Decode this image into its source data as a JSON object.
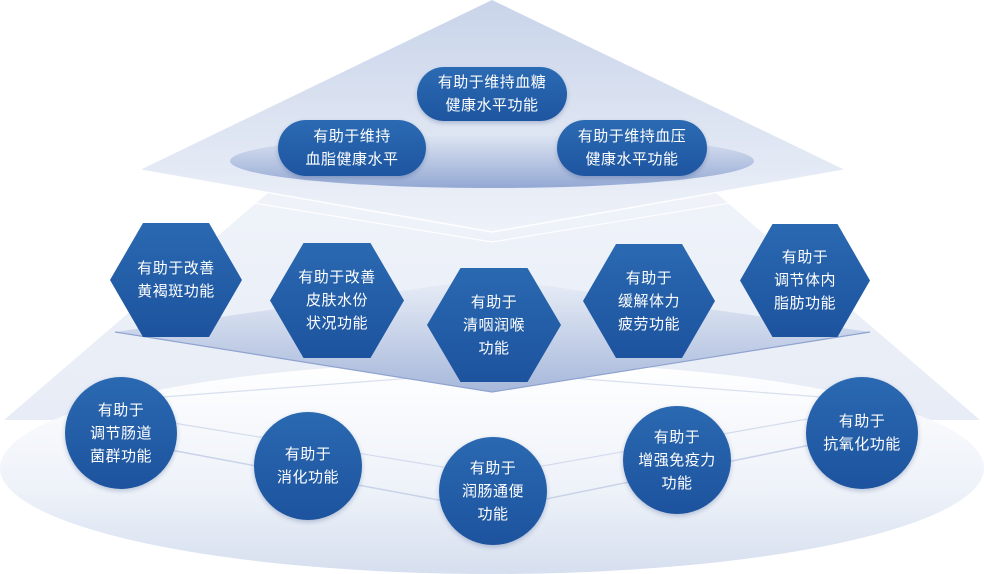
{
  "tiers": {
    "top": [
      {
        "label": "有助于维持血糖\n健康水平功能"
      },
      {
        "label": "有助于维持\n血脂健康水平"
      },
      {
        "label": "有助于维持血压\n健康水平功能"
      }
    ],
    "middle": [
      {
        "label": "有助于改善\n黄褐斑功能"
      },
      {
        "label": "有助于改善\n皮肤水份\n状况功能"
      },
      {
        "label": "有助于\n清咽润喉\n功能"
      },
      {
        "label": "有助于\n缓解体力\n疲劳功能"
      },
      {
        "label": "有助于\n调节体内\n脂肪功能"
      }
    ],
    "bottom": [
      {
        "label": "有助于\n调节肠道\n菌群功能"
      },
      {
        "label": "有助于\n消化功能"
      },
      {
        "label": "有助于\n润肠通便\n功能"
      },
      {
        "label": "有助于\n增强免疫力\n功能"
      },
      {
        "label": "有助于\n抗氧化功能"
      }
    ]
  },
  "colors": {
    "node_fill": "#1f58a3",
    "platform_light": "#e8edf7",
    "platform_dark": "#9fb2d8",
    "text": "#ffffff"
  }
}
